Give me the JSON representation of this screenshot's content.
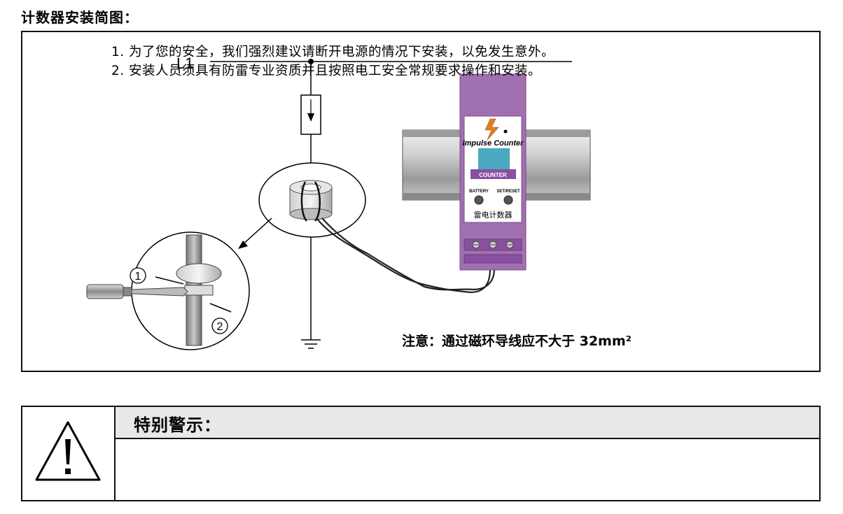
{
  "title": "计数器安装简图：",
  "diagram": {
    "line_label": "L1",
    "device": {
      "brand_text": "Impulse Counter",
      "display_label": "COUNTER",
      "battery_label": "BATTERY",
      "setreset_label": "SET/RESET",
      "device_name": "雷电计数器"
    },
    "step_1": "1",
    "step_2": "2",
    "note": "注意：通过磁环导线应不大于 32mm²",
    "colors": {
      "device_body": "#a070b0",
      "display": "#4aa8c0",
      "rail": "#b8b8b8"
    }
  },
  "warning": {
    "icon": "warning-triangle-icon",
    "title": "特别警示：",
    "lines": [
      "1. 为了您的安全，我们强烈建议请断开电源的情况下安装，以免发生意外。",
      "2. 安装人员须具有防雷专业资质并且按照电工安全常规要求操作和安装。"
    ]
  }
}
